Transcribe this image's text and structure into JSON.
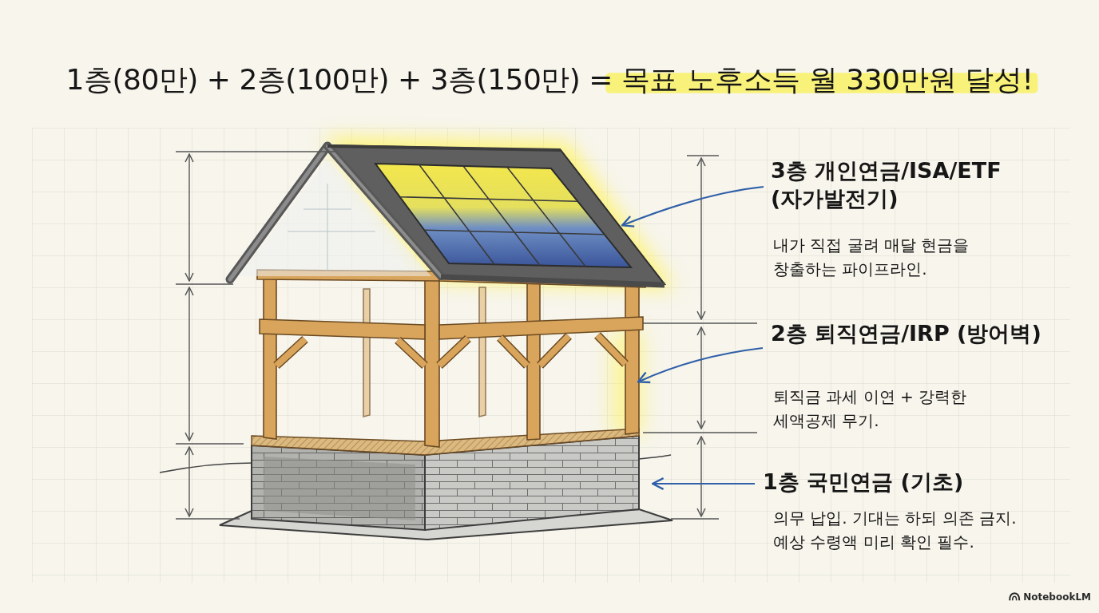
{
  "diagram": {
    "title": "1층(80만) + 2층(100만) + 3층(150만) = 목표 노후소득 월 330만원 달성!",
    "labels": [
      "3층 개인연금/ISA/ETF (자가발전기)",
      "내가 직접 굴려 매달 현금을 창출하는 파이프라인.",
      "2층 퇴직연금/IRP (방어벽)",
      "퇴직금 과세 이연 + 강력한 세액공제 무기.",
      "1층 국민연금 (기초)",
      "의무 납입. 기대는 하되 의존 금지. 예상 수령액 미리 확인 필수.",
      "NotebookLM"
    ]
  }
}
